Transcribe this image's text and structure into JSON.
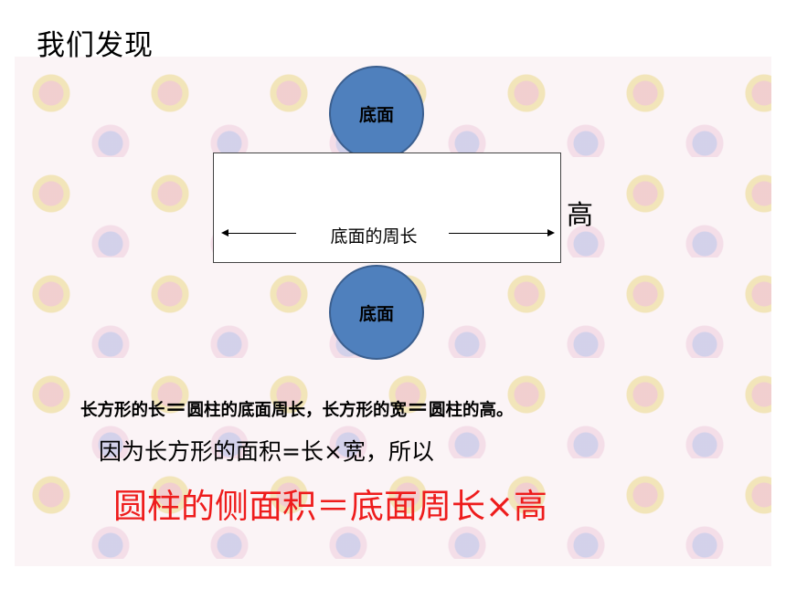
{
  "title": "我们发现",
  "diagram": {
    "top_circle_label": "底面",
    "bottom_circle_label": "底面",
    "perimeter_label": "底面的周长",
    "height_label": "高"
  },
  "statements": {
    "line1_part1": "长方形的长",
    "line1_eq1": "＝",
    "line1_part2": "圆柱的底面周长，长方形的宽",
    "line1_eq2": "＝",
    "line1_part3": "圆柱的高。",
    "line2": "因为长方形的面积=长×宽，所以",
    "line3": "圆柱的侧面积＝底面周长×高"
  },
  "colors": {
    "circle_fill": "#4f80bd",
    "formula_color": "#ee1c1c"
  }
}
